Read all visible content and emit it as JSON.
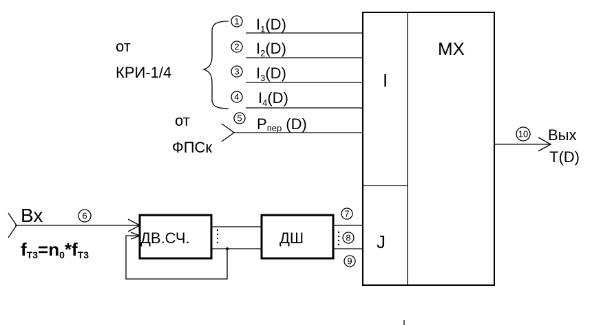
{
  "blocks": {
    "mx": "MX",
    "section_i": "I",
    "section_j": "J",
    "counter": "ДВ.СЧ.",
    "decoder": "ДШ"
  },
  "sources": {
    "kri_from": "от",
    "kri_name": "КРИ-1/4",
    "fpsk_from": "от",
    "fpsk_name": "ФПСк"
  },
  "signals": {
    "i1": "I",
    "i1_sub": "1",
    "i1_arg": "(D)",
    "i2": "I",
    "i2_sub": "2",
    "i2_arg": "(D)",
    "i3": "I",
    "i3_sub": "3",
    "i3_arg": "(D)",
    "i4": "I",
    "i4_sub": "4",
    "i4_arg": "(D)",
    "p": "P",
    "p_sub": "пер",
    "p_arg": " (D)"
  },
  "input": {
    "label": "Вх",
    "formula_f1": "f",
    "formula_t1": "Т3",
    "formula_mid": "=n",
    "formula_n0": "0",
    "formula_mul": "*f",
    "formula_t2": "Т3"
  },
  "output": {
    "line1": "Вых",
    "line2": "T(D)"
  },
  "markers": [
    "1",
    "2",
    "3",
    "4",
    "5",
    "6",
    "7",
    "8",
    "9",
    "10"
  ]
}
